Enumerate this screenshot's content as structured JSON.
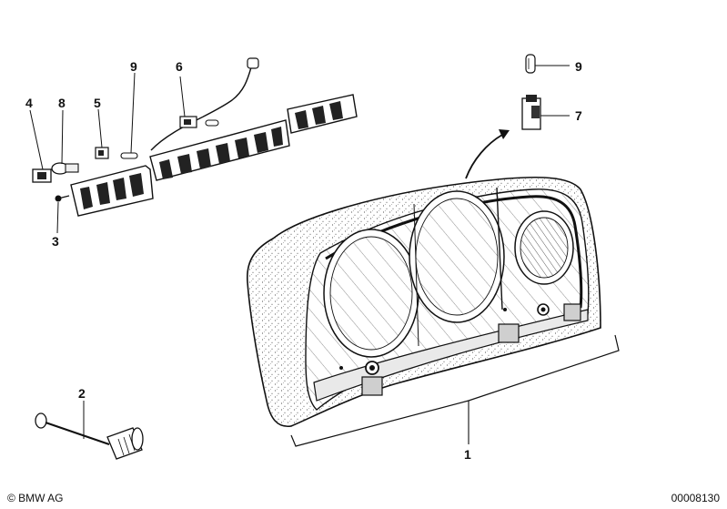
{
  "diagram": {
    "callouts": [
      {
        "id": "c1",
        "label": "1"
      },
      {
        "id": "c2",
        "label": "2"
      },
      {
        "id": "c3",
        "label": "3"
      },
      {
        "id": "c4",
        "label": "4"
      },
      {
        "id": "c5",
        "label": "5"
      },
      {
        "id": "c6",
        "label": "6"
      },
      {
        "id": "c7",
        "label": "7"
      },
      {
        "id": "c8",
        "label": "8"
      },
      {
        "id": "c9a",
        "label": "9"
      },
      {
        "id": "c9b",
        "label": "9"
      }
    ]
  },
  "footer": {
    "copyright": "© BMW AG",
    "diagram_number": "00008130"
  }
}
